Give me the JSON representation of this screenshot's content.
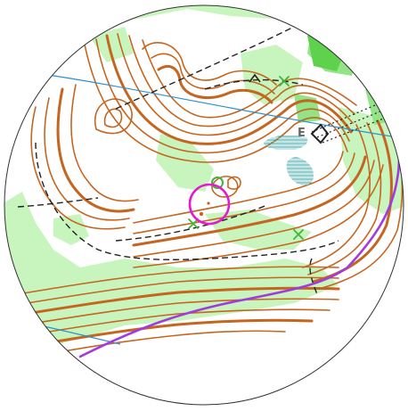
{
  "map": {
    "type": "orienteering-map-extract",
    "shape": "circle",
    "colors": {
      "background": "#ffffff",
      "frame": "#333333",
      "vegetation_light": "#c8f5bd",
      "vegetation_medium": "#92e486",
      "vegetation_dark": "#5fd24d",
      "contour": "#c6651f",
      "track": "#222222",
      "powerline": "#2c8fd0",
      "boundary": "#a23ae0",
      "control": "#e21ad2",
      "marsh": "#2f9a9a",
      "green_feature": "#3fb53a"
    },
    "icons": [
      "control-circle-icon",
      "green-x-icon",
      "arrow-icon",
      "marsh-hatch-icon",
      "letter-e-icon"
    ],
    "labels": {
      "letter_e": "E"
    }
  }
}
